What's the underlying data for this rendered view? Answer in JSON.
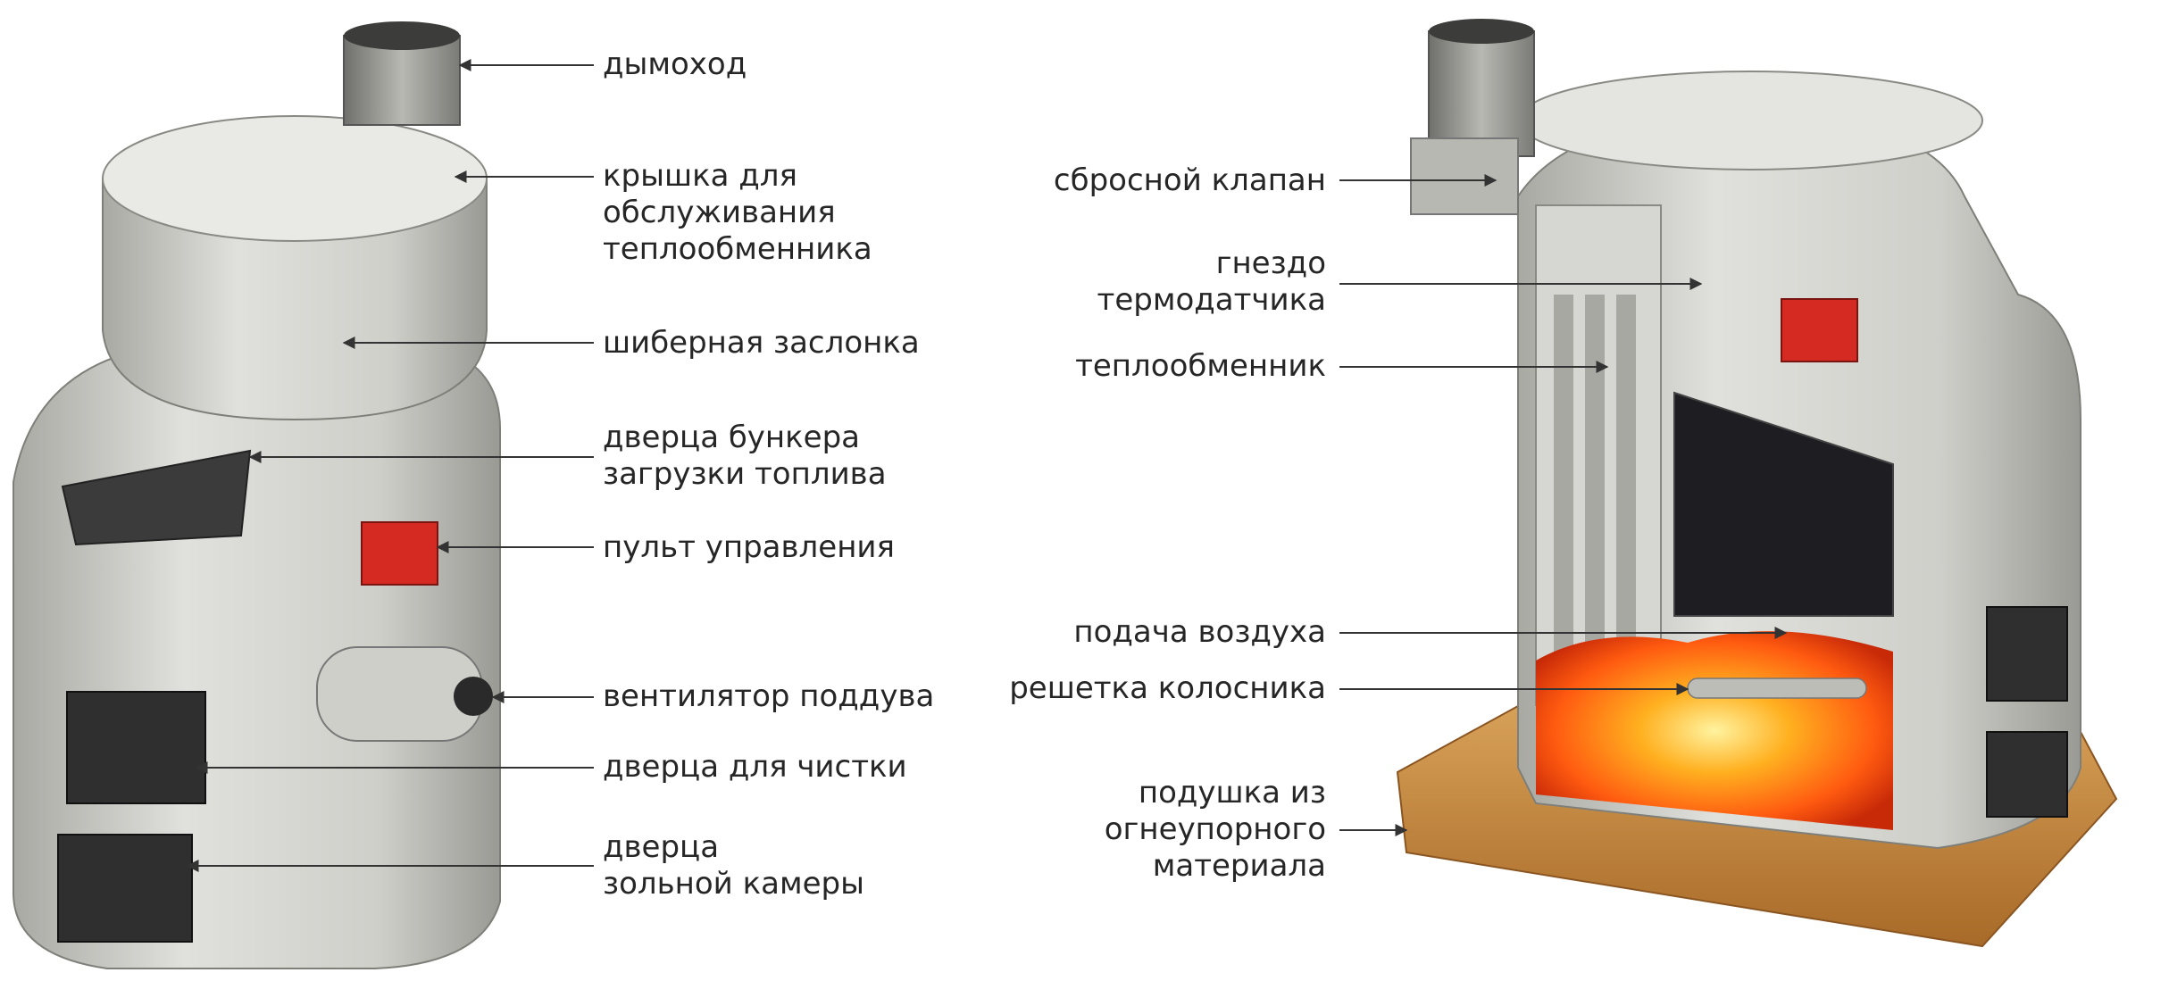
{
  "diagram": {
    "left_labels": [
      "дымоход",
      "крышка для\nобслуживания\nтеплообменника",
      "шиберная заслонка",
      "дверца бункера\nзагрузки топлива",
      "пульт управления",
      "вентилятор поддува",
      "дверца для чистки",
      "дверца\nзольной камеры"
    ],
    "right_labels": [
      "сбросной клапан",
      "гнездо\nтермодатчика",
      "теплообменник",
      "подача воздуха",
      "решетка колосника",
      "подушка из\nогнеупорного\nматериала"
    ]
  },
  "colors": {
    "steel": "#c9c9c4",
    "steel_dark": "#8f8f8a",
    "control_panel": "#d42a22",
    "fire": "#ff7a10",
    "brick": "#c98a3a",
    "line": "#333333"
  }
}
